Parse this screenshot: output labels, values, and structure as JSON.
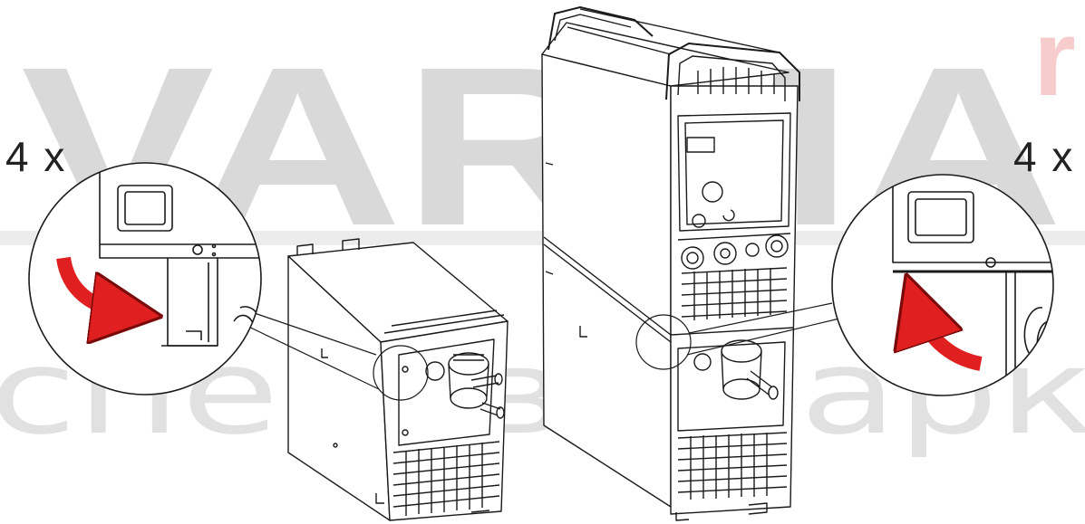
{
  "labels": {
    "left_count": "4 x",
    "right_count": "4 x"
  },
  "watermark": {
    "brand": "VARMA",
    "brand_suffix": "r",
    "subline": "спертв сварк"
  },
  "colors": {
    "arrow": "#e02020",
    "line": "#1a1a1a",
    "watermark": "#d9d9d9",
    "watermark_accent": "#f6cccc",
    "band": "#ececec"
  }
}
